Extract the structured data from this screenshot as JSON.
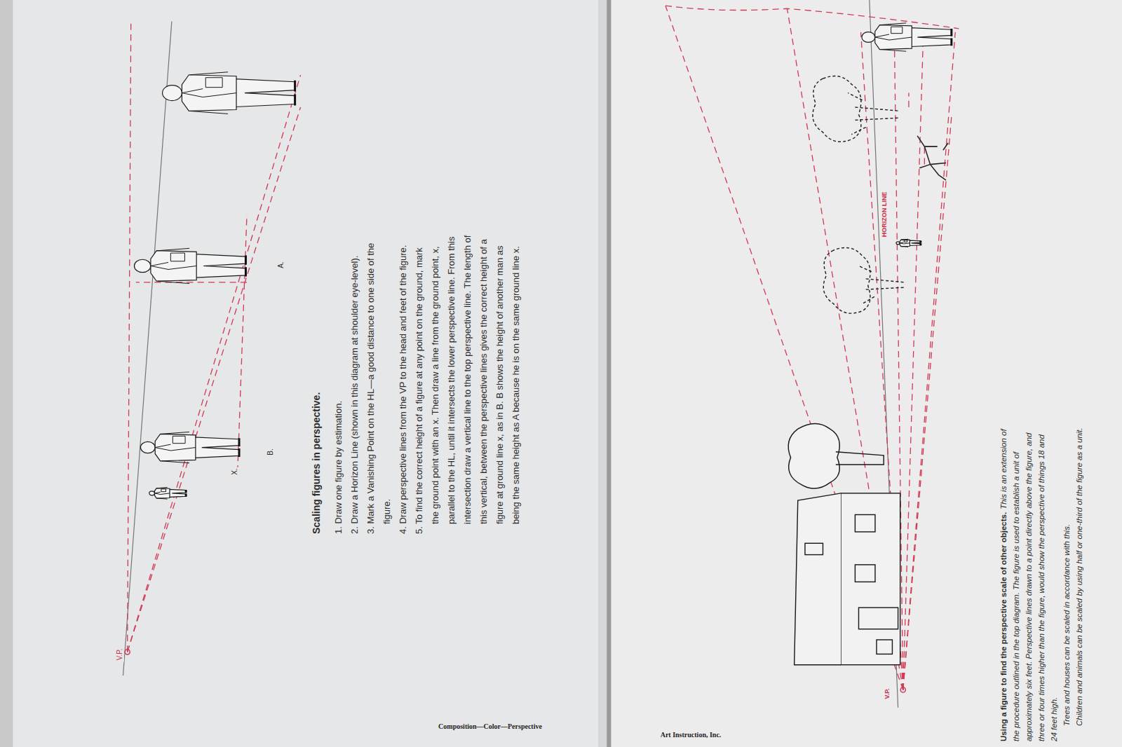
{
  "diagram": {
    "title": "Scaling figures in perspective.",
    "labels": [
      "V.P.",
      "X.",
      "B.",
      "A.",
      "1. Draw one figure by estimation.",
      "2. Draw a Horizon Line (shown in this diagram at shoulder eye-level).",
      "3. Mark a Vanishing Point on the HL—a good distance to one side of the figure.",
      "4. Draw perspective lines from the VP to the head and feet of the figure.",
      "5. To find the correct height of a figure at any point on the ground, mark the ground point with an x. Then draw a line from the ground point, x, parallel to the HL, until it intersects the lower perspective line. From this intersection draw a vertical line to the top perspective line. The length of this vertical, between the perspective lines gives the correct height of a figure at ground line x, as in B. B shows the height of another man as being the same height as A because he is on the same ground line x.",
      "Composition—Color—Perspective",
      "Art Instruction, Inc.",
      "HORIZON LINE",
      "V.P.",
      "Using a figure to find the perspective scale of other objects.",
      "This is an extension of the procedure outlined in the top diagram. The figure is used to establish a unit of approximately six feet. Perspective lines drawn to a point directly above the figure, and three or four times higher than the figure, would show the perspective of things 18 and 24 feet high.",
      "Trees and houses can be scaled in accordance with this.",
      "Children and animals can be scaled by using half or one-third of the figure as a unit."
    ]
  }
}
